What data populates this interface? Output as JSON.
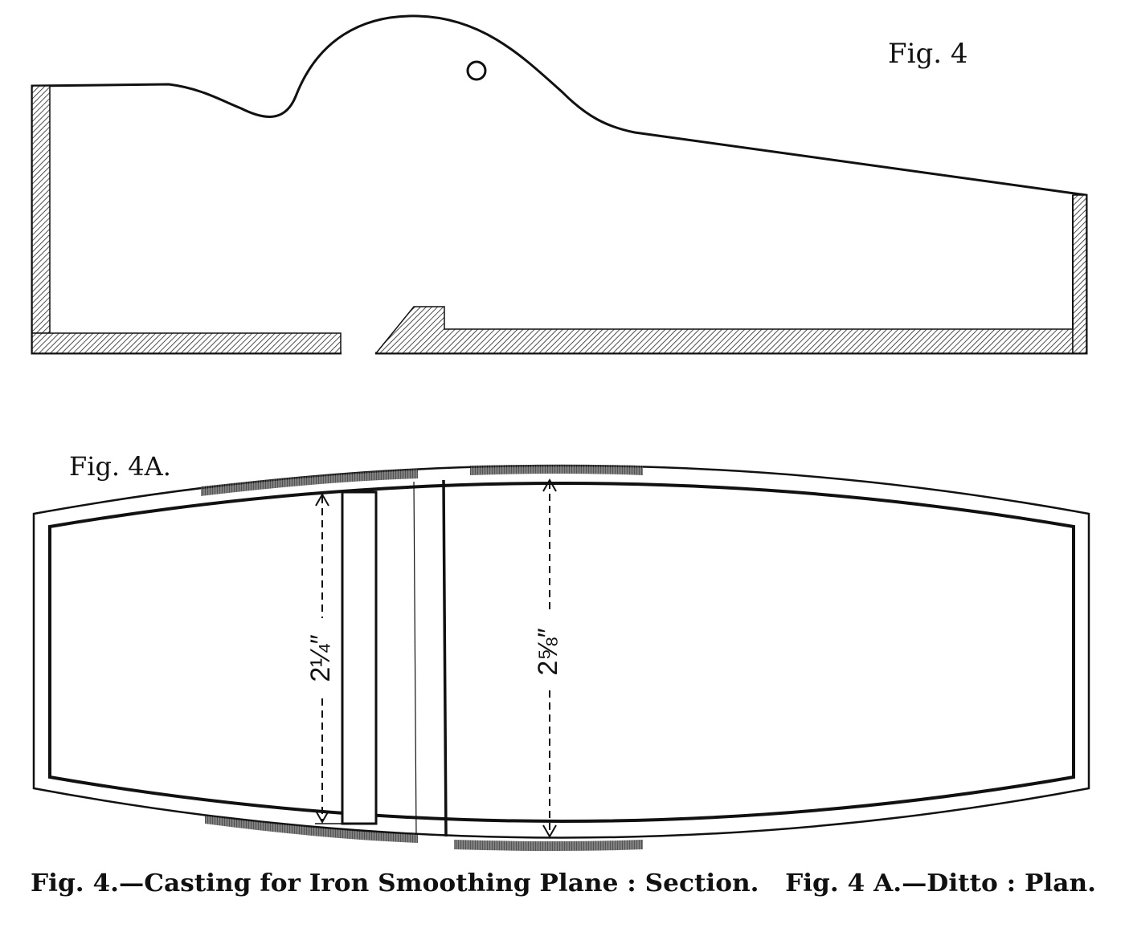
{
  "figure_4": {
    "label": "Fig. 4"
  },
  "figure_4a": {
    "label": "Fig. 4A.",
    "dimensions": {
      "mouth_width": "2¼″",
      "body_width": "2⅝″"
    }
  },
  "caption": {
    "text": "Fig. 4.—Casting for Iron Smoothing Plane : Section.   Fig. 4 A.—Ditto : Plan."
  },
  "colors": {
    "ink": "#111111",
    "paper": "#ffffff"
  }
}
